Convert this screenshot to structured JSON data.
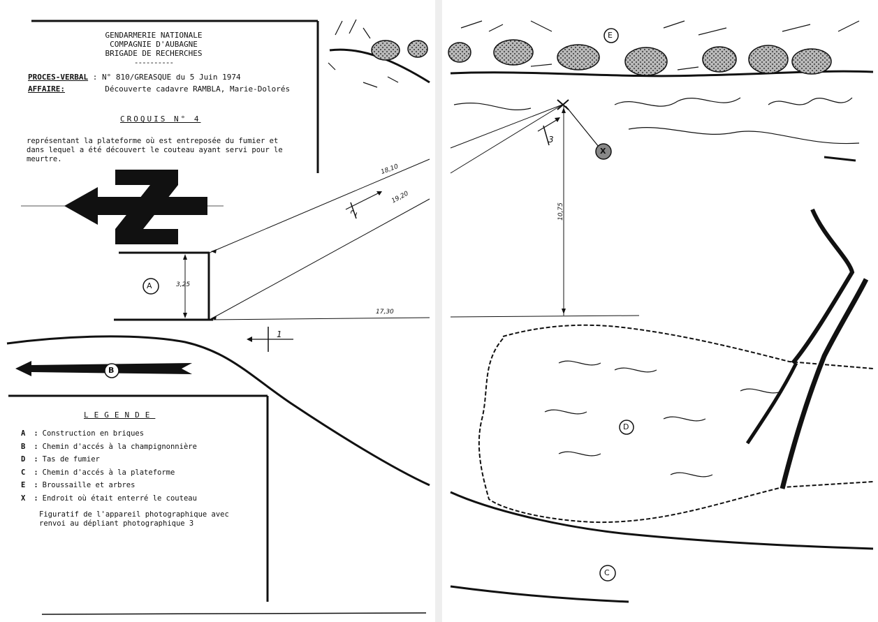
{
  "header": {
    "line1": "GENDARMERIE NATIONALE",
    "line2": "COMPAGNIE D'AUBAGNE",
    "line3": "BRIGADE DE RECHERCHES",
    "rule": "----------"
  },
  "pv": {
    "label": "PROCES-VERBAL",
    "sep": ":",
    "value": "N° 810/GREASQUE du 5 Juin 1974"
  },
  "affaire": {
    "label": "AFFAIRE:",
    "value": "Découverte cadavre RAMBLA, Marie-Dolorés"
  },
  "croquis": "CROQUIS N° 4",
  "description": "représentant la plateforme où est entreposée du fumier et dans lequel a été découvert le couteau ayant servi pour le meurtre.",
  "measurements": {
    "m1": "18,10",
    "m2": "19,20",
    "m3": "3,25",
    "m4": "17,30",
    "m5": "10,75"
  },
  "camera_markers": {
    "c1": "1",
    "c2": "2",
    "c3": "3"
  },
  "map_labels": {
    "A": "A",
    "B": "B",
    "C": "C",
    "D": "D",
    "E": "E",
    "X": "X"
  },
  "legend": {
    "title": "LEGENDE",
    "items": [
      {
        "key": "A",
        "text": "Construction en briques"
      },
      {
        "key": "B",
        "text": "Chemin d'accés à la champignonnière"
      },
      {
        "key": "D",
        "text": "Tas de fumier"
      },
      {
        "key": "C",
        "text": "Chemin d'accés à la plateforme"
      },
      {
        "key": "E",
        "text": "Broussaille et arbres"
      },
      {
        "key": "X",
        "text": "Endroit où était enterré le couteau"
      }
    ],
    "figuratif_line1": "Figuratif de l'appareil photographique avec",
    "figuratif_line2": "renvoi au dépliant photographique 3"
  }
}
